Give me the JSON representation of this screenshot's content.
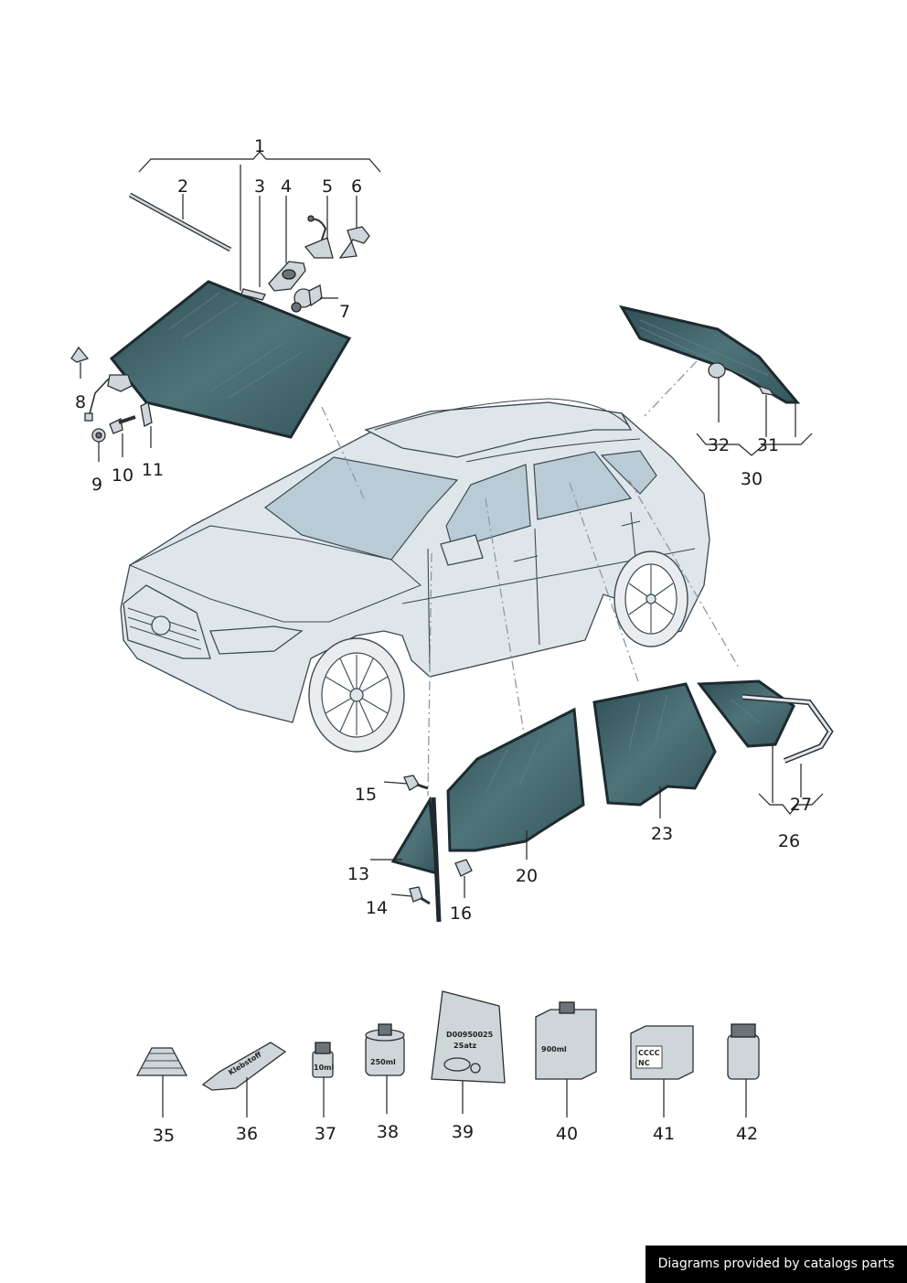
{
  "callouts": {
    "c1": "1",
    "c2": "2",
    "c3": "3",
    "c4": "4",
    "c5": "5",
    "c6": "6",
    "c7": "7",
    "c8": "8",
    "c9": "9",
    "c10": "10",
    "c11": "11",
    "c13": "13",
    "c14": "14",
    "c15": "15",
    "c16": "16",
    "c20": "20",
    "c23": "23",
    "c26": "26",
    "c27": "27",
    "c30": "30",
    "c31": "31",
    "c32": "32",
    "c35": "35",
    "c36": "36",
    "c37": "37",
    "c38": "38",
    "c39": "39",
    "c40": "40",
    "c41": "41",
    "c42": "42"
  },
  "package_labels": {
    "tube": "Klebstoff",
    "bottle_small": "10ml",
    "can": "250ml",
    "bag_line1": "D00950025",
    "bag_line2": "2Satz",
    "box": "900ml",
    "cube_line1": "CCCC",
    "cube_line2": "NC"
  },
  "footer": {
    "text": "Diagrams provided by catalogs parts"
  },
  "colors": {
    "glass": "#3d5f66",
    "car_body": "#dfe6ea",
    "footer_bg": "#000000"
  }
}
